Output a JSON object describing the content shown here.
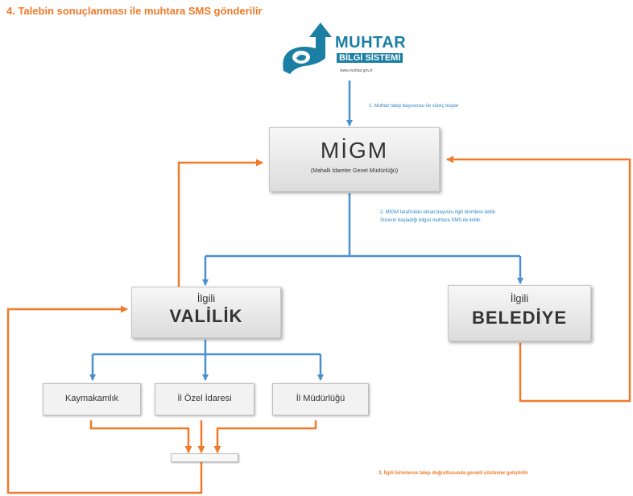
{
  "heading": "4. Talebin sonuçlanması ile muhtara SMS gönderilir",
  "logo": {
    "line1": "MUHTAR",
    "line2": "BİLGİ SİSTEMİ",
    "url": "www.muhtar.gov.tr"
  },
  "notes": {
    "step1": "1. Muhtar talep başvurusu ile süreç başlar",
    "step2_line1": "2. MİGM tarafından ekran başvuru ilgili birimlere iletilir.",
    "step2_line2": "Sürecin başladığı bilgisi muhtara SMS ile iletilir.",
    "step3": "3. İlgili birimlerce talep doğrultusunda gerekli çözümler geliştirilir"
  },
  "migm": {
    "title": "MİGM",
    "subtitle": "(Mahalli İdareler Genel Müdürlüğü)"
  },
  "valilik": {
    "top": "İlgili",
    "main": "VALİLİK"
  },
  "belediye": {
    "top": "İlgili",
    "main": "BELEDİYE"
  },
  "units": {
    "kaymakamlik": "Kaymakamlık",
    "il_ozel": "İl Özel İdaresi",
    "il_mudurlugu": "İl Müdürlüğü"
  },
  "colors": {
    "blue": "#4a8fd0",
    "orange": "#f07a2a",
    "logo": "#1a7fa3"
  }
}
